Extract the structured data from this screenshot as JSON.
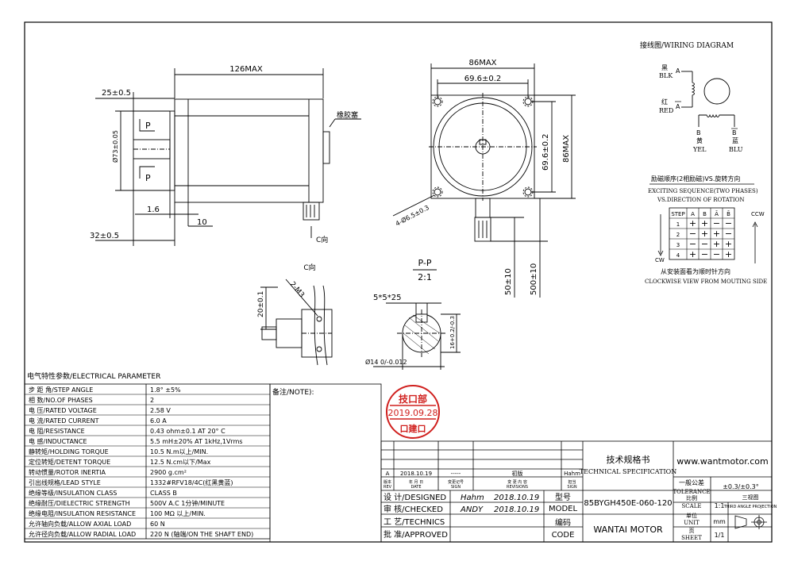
{
  "drawing": {
    "side_view": {
      "dim_length": "126MAX",
      "dim_shaft_len": "25±0.5",
      "dim_pilot": "1.6",
      "dim_flange": "10",
      "dim_shaft_total": "32±0.5",
      "dim_dia": "Ø73±0.05",
      "section_mark": "P",
      "rubber_label": "橡胶塞",
      "view_c": "C向"
    },
    "front_view": {
      "dim_width": "86MAX",
      "dim_hole_spacing": "69.6±0.2",
      "dim_hole_spacing_v": "69.6±0.2",
      "dim_height": "86MAX",
      "dim_holes": "4-Ø6.5±0.3",
      "dim_lead1": "50±10",
      "dim_lead2": "500±10"
    },
    "c_view": {
      "title": "C向",
      "dim_thread": "2-M3",
      "dim_20": "20±0.1"
    },
    "section_pp": {
      "title": "P-P",
      "scale": "2:1",
      "dim_key": "5*5*25",
      "dim_depth": "16+0.2/-0.3",
      "dim_shaft": "Ø14 0/-0.012"
    },
    "wiring": {
      "title": "接线图/WIRING  DIAGRAM",
      "blk_cn": "黑",
      "blk_en": "BLK",
      "red_cn": "红",
      "red_en": "RED",
      "yel_cn": "黄",
      "yel_en": "YEL",
      "blu_cn": "蓝",
      "blu_en": "BLU",
      "phase_a": "A",
      "phase_a_bar": "A",
      "phase_b": "B",
      "phase_b_bar": "B",
      "seq_title_cn": "励磁顺序(2相励磁)VS.旋转方向",
      "seq_title_en1": "EXCITING SEQUENCE(TWO PHASES)",
      "seq_title_en2": "VS.DIRECTION OF ROTATION",
      "table_headers": [
        "STEP",
        "A",
        "B",
        "Ā",
        "B̄"
      ],
      "table_rows": [
        [
          "1",
          "+",
          "+",
          "−",
          "−"
        ],
        [
          "2",
          "−",
          "+",
          "+",
          "−"
        ],
        [
          "3",
          "−",
          "−",
          "+",
          "+"
        ],
        [
          "4",
          "+",
          "−",
          "−",
          "+"
        ]
      ],
      "ccw": "CCW",
      "cw": "CW",
      "footer_cn": "从安装面看为顺时针方向",
      "footer_en": "CLOCKWISE VIEW FROM MOUTING SIDE"
    }
  },
  "electrical": {
    "title": "电气特性参数/ELECTRICAL PARAMETER",
    "note_label": "备注/NOTE):",
    "rows": [
      {
        "label": "步 距 角/STEP ANGLE",
        "value": "1.8° ±5%"
      },
      {
        "label": "相    数/NO.OF PHASES",
        "value": "2"
      },
      {
        "label": "电    压/RATED VOLTAGE",
        "value": "2.58 V"
      },
      {
        "label": "电    流/RATED CURRENT",
        "value": "6.0 A"
      },
      {
        "label": "电    阻/RESISTANCE",
        "value": "0.43 ohm±0.1      AT 20° C"
      },
      {
        "label": "电    感/INDUCTANCE",
        "value": "5.5 mH±20%            AT 1kHz,1Vrms"
      },
      {
        "label": "静转矩/HOLDING TORQUE",
        "value": "10.5 N.m以上/MIN."
      },
      {
        "label": "定位转矩/DETENT TORQUE",
        "value": "12.5 N.cm以下/Max"
      },
      {
        "label": "转动惯量/ROTOR INERTIA",
        "value": "2900 g.cm²"
      },
      {
        "label": "引出线规格/LEAD STYLE",
        "value": "1332#RFV18/4C(红黑黄蓝)"
      },
      {
        "label": "绝缘等级/INSULATION CLASS",
        "value": "CLASS B"
      },
      {
        "label": "绝缘耐压/DIELECTRIC STRENGTH",
        "value": "500V A.C 1分钟/MINUTE"
      },
      {
        "label": "绝缘电阻/INSULATION RESISTANCE",
        "value": "100 MΩ 以上/MIN."
      },
      {
        "label": "允许轴向负载/ALLOW AXIAL LOAD",
        "value": "60 N"
      },
      {
        "label": "允许径向负载/ALLOW RADIAL LOAD",
        "value": "220 N (轴端/ON THE SHAFT END)"
      }
    ]
  },
  "stamp": {
    "top": "技口部",
    "date": "2019.09.28",
    "bottom": "口建口"
  },
  "title_block": {
    "rev_row": [
      "A",
      "2018.10.19",
      "-----",
      "初版",
      "Hahm"
    ],
    "rev_headers": [
      "版本 REV",
      "年 月 日 DATE",
      "变更记号 SIGN",
      "变 更 内 容 REVISIONS",
      "担当 SIGN"
    ],
    "designed_label": "设 计/DESIGNED",
    "designed_name": "Hahm",
    "designed_date": "2018.10.19",
    "checked_label": "审 核/CHECKED",
    "checked_name": "ANDY",
    "checked_date": "2018.10.19",
    "technics_label": "工 艺/TECHNICS",
    "approved_label": "批 准/APPROVED",
    "model_cn": "型号",
    "model_en": "MODEL",
    "code_cn": "编码",
    "code_en": "CODE",
    "spec_cn": "技术规格书",
    "spec_en": "TECHNICAL SPECIFICATION",
    "website": "www.wantmotor.com",
    "tolerance_cn": "一般公差",
    "tolerance_en": "TOLERANCE",
    "tolerance_value": "±0.3/±0.3°",
    "model_value": "85BYGH450E-060-120",
    "scale_cn": "比例",
    "scale_en": "SCALE",
    "scale_value": "1:1",
    "projection_cn": "三视图",
    "projection_en": "THIRD ANGLE PROJECTION",
    "company": "WANTAI MOTOR",
    "unit_cn": "单位",
    "unit_en": "UNIT",
    "unit_value": "mm",
    "sheet_cn": "页",
    "sheet_en": "SHEET",
    "sheet_value": "1/1"
  }
}
